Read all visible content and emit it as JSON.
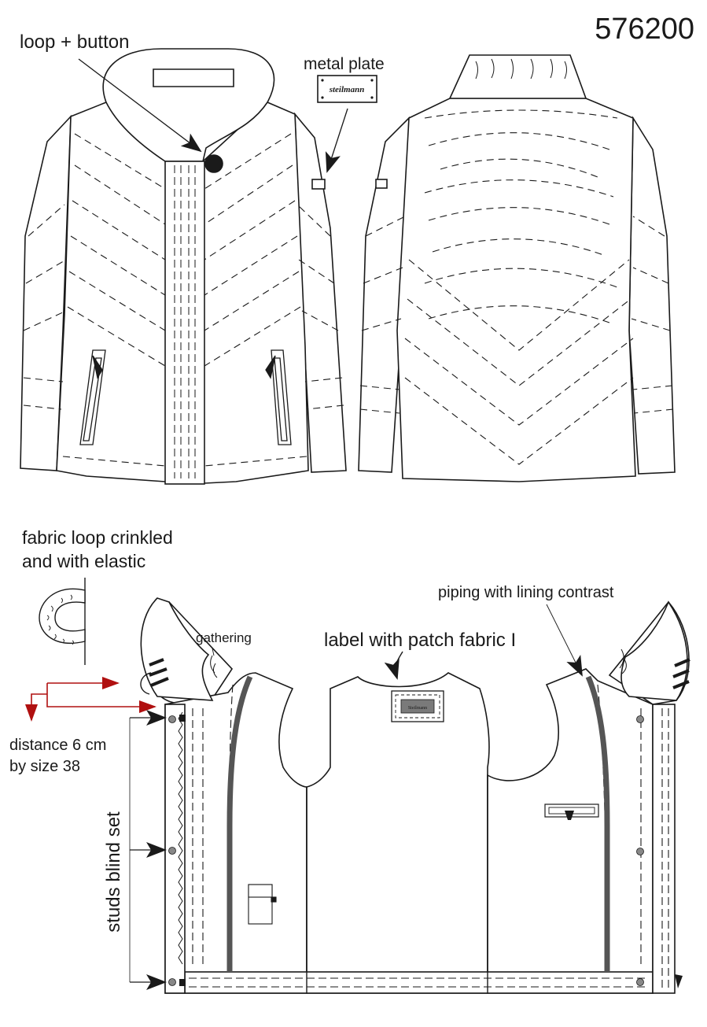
{
  "sheet": {
    "model_number": "576200",
    "labels": {
      "loop_button": "loop + button",
      "metal_plate": "metal plate",
      "plate_text": "steilmann",
      "fabric_loop_line1": "fabric loop crinkled",
      "fabric_loop_line2": "and with elastic",
      "piping": "piping with lining contrast",
      "gathering": "gathering",
      "label_patch": "label with patch fabric I",
      "inner_label_text": "Steilmann",
      "distance_line1": "distance 6 cm",
      "distance_line2": "by size 38",
      "studs": "studs blind set"
    },
    "colors": {
      "line": "#1a1a1a",
      "arrow_red": "#b01010",
      "piping_grey": "#555555",
      "label_grey": "#7a7a7a"
    }
  }
}
